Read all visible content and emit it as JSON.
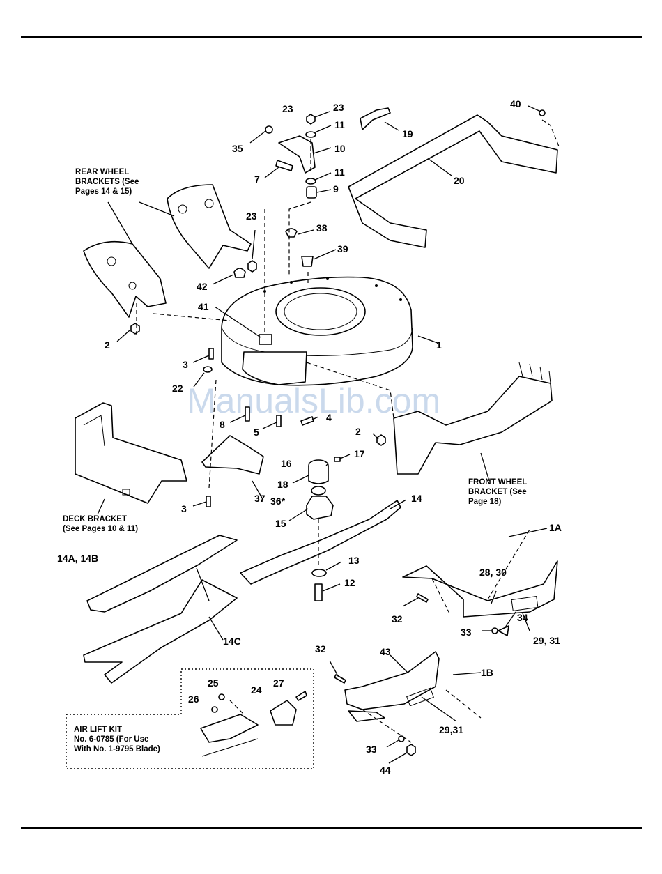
{
  "watermark": "ManualsLib.com",
  "callouts": {
    "c1": "1",
    "c1a": "1A",
    "c1b": "1B",
    "c2a": "2",
    "c2b": "2",
    "c3a": "3",
    "c3b": "3",
    "c4": "4",
    "c5": "5",
    "c7": "7",
    "c8": "8",
    "c9": "9",
    "c10": "10",
    "c11a": "11",
    "c11b": "11",
    "c12": "12",
    "c13": "13",
    "c14": "14",
    "c14ab": "14A, 14B",
    "c14c": "14C",
    "c15": "15",
    "c16": "16",
    "c17": "17",
    "c18": "18",
    "c19": "19",
    "c20": "20",
    "c22": "22",
    "c23a": "23",
    "c23b": "23",
    "c23c": "23",
    "c24": "24",
    "c25": "25",
    "c26": "26",
    "c27": "27",
    "c2830": "28, 30",
    "c2931a": "29, 31",
    "c2931b": "29,31",
    "c32a": "32",
    "c32b": "32",
    "c33a": "33",
    "c33b": "33",
    "c34": "34",
    "c35": "35",
    "c36": "36*",
    "c37": "37",
    "c38": "38",
    "c39": "39",
    "c40": "40",
    "c41": "41",
    "c42": "42",
    "c43": "43",
    "c44": "44"
  },
  "captions": {
    "rear_wheel": [
      "REAR WHEEL",
      "BRACKETS (See",
      "Pages 14 & 15)"
    ],
    "front_wheel": [
      "FRONT WHEEL",
      "BRACKET (See",
      "Page 18)"
    ],
    "deck_bracket": [
      "DECK BRACKET",
      "(See Pages 10 & 11)"
    ],
    "air_lift": [
      "AIR LIFT KIT",
      "No. 6-0785 (For Use",
      "With No. 1-9795 Blade)"
    ]
  }
}
